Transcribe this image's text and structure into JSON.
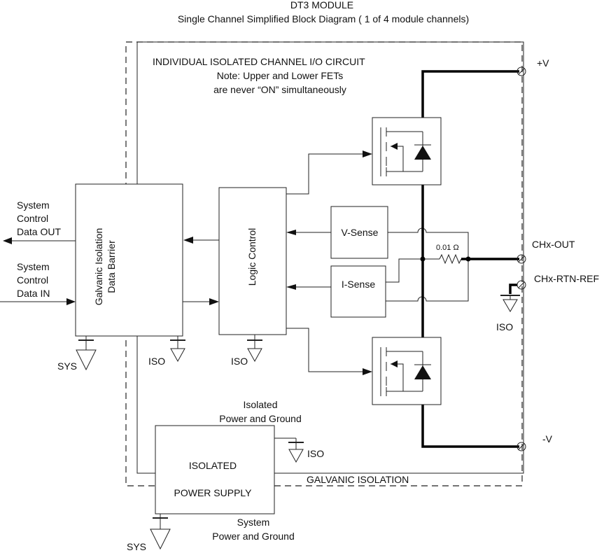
{
  "header": {
    "title": "DT3 MODULE",
    "subtitle": "Single Channel Simplified Block Diagram ( 1 of 4 module channels)"
  },
  "circuit": {
    "title": "INDIVIDUAL ISOLATED CHANNEL I/O CIRCUIT",
    "note_line1": "Note: Upper and Lower FETs",
    "note_line2": "are never “ON” simultaneously"
  },
  "left": {
    "out_line1": "System",
    "out_line2": "Control",
    "out_line3": "Data OUT",
    "in_line1": "System",
    "in_line2": "Control",
    "in_line3": "Data IN"
  },
  "barrier": {
    "line1": "Galvanic Isolation",
    "line2": "Data Barrier"
  },
  "logic": {
    "label": "Logic Control"
  },
  "vsense": {
    "label": "V-Sense"
  },
  "isense": {
    "label": "I-Sense"
  },
  "resistor": {
    "label": "0.01 Ω"
  },
  "terminals": {
    "pos": "+V",
    "neg": "-V",
    "out": "CHx-OUT",
    "rtn": "CHx-RTN-REF"
  },
  "grounds": {
    "sys": "SYS",
    "iso": "ISO"
  },
  "power": {
    "iso_label_line1": "Isolated",
    "iso_label_line2": "Power and Ground",
    "box_line1": "ISOLATED",
    "box_line2": "POWER SUPPLY",
    "sys_label_line1": "System",
    "sys_label_line2": "Power and Ground"
  },
  "galvanic": {
    "label": "GALVANIC ISOLATION"
  }
}
